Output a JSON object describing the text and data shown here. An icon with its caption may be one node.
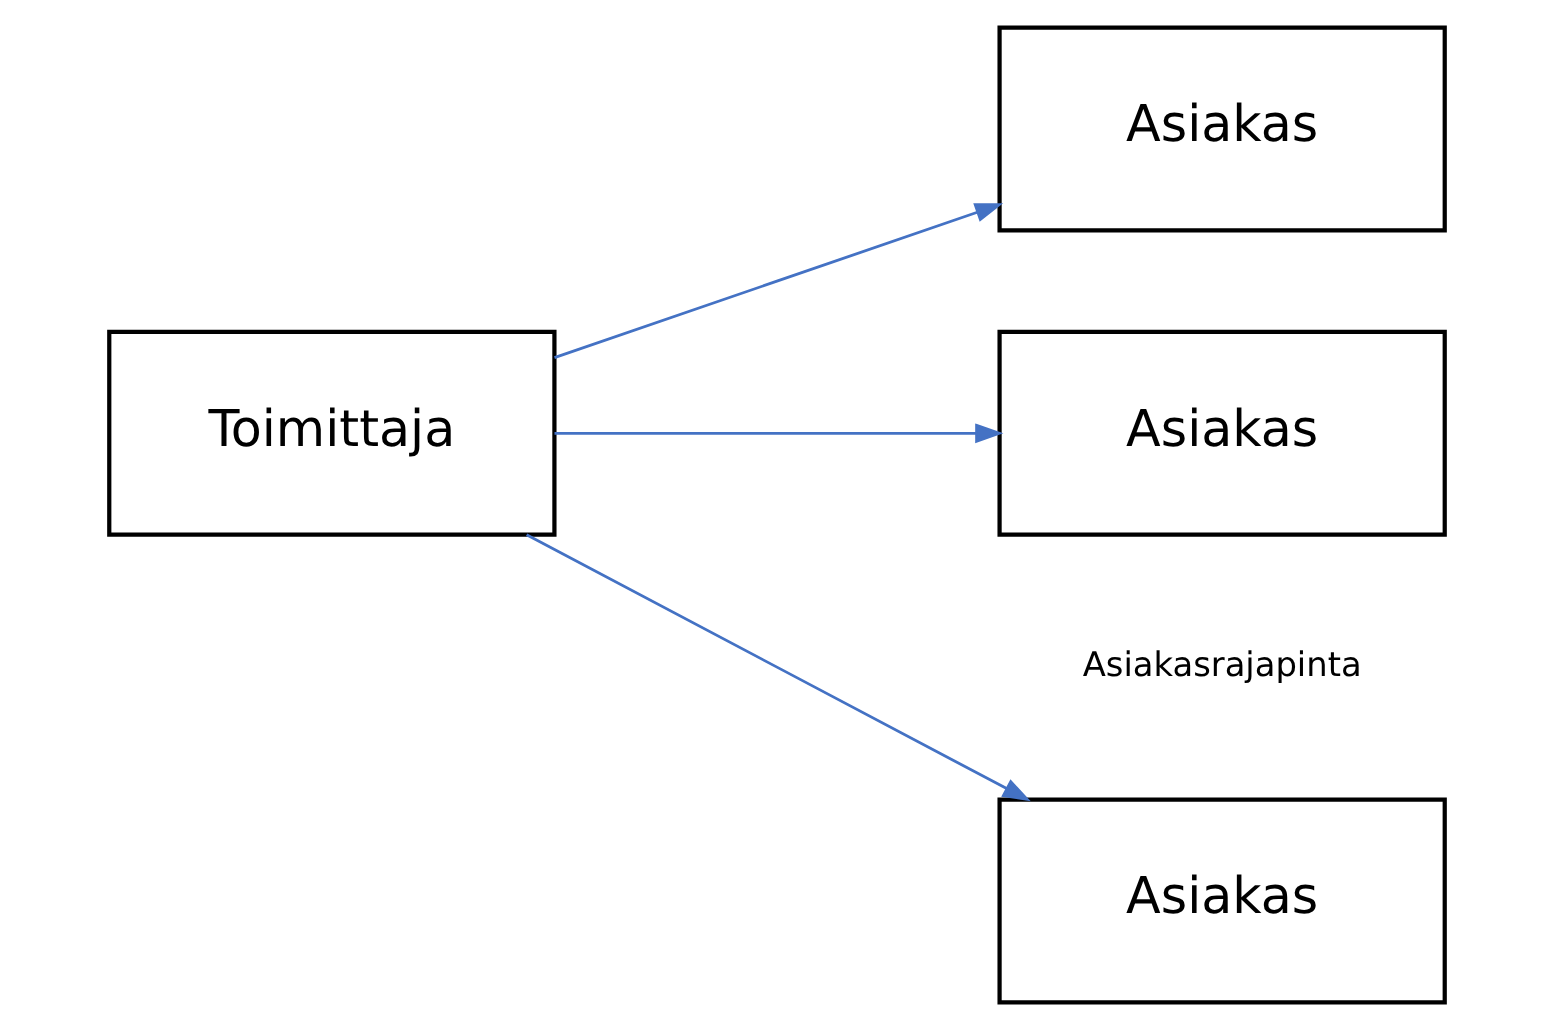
{
  "diagram": {
    "nodes": [
      {
        "text": [
          "Toimittaja"
        ]
      },
      {
        "text": [
          "Asiakas"
        ]
      },
      {
        "text": [
          "Asiakas"
        ]
      },
      {
        "text": [
          "Asiakas"
        ]
      }
    ],
    "edges": [
      {
        "from": 0,
        "to": 1,
        "arrow": "to"
      },
      {
        "from": 0,
        "to": 2,
        "arrow": "to"
      },
      {
        "from": 0,
        "to": 3,
        "arrow": "to"
      }
    ],
    "labels": [
      "Asiakasrajapinta"
    ]
  }
}
